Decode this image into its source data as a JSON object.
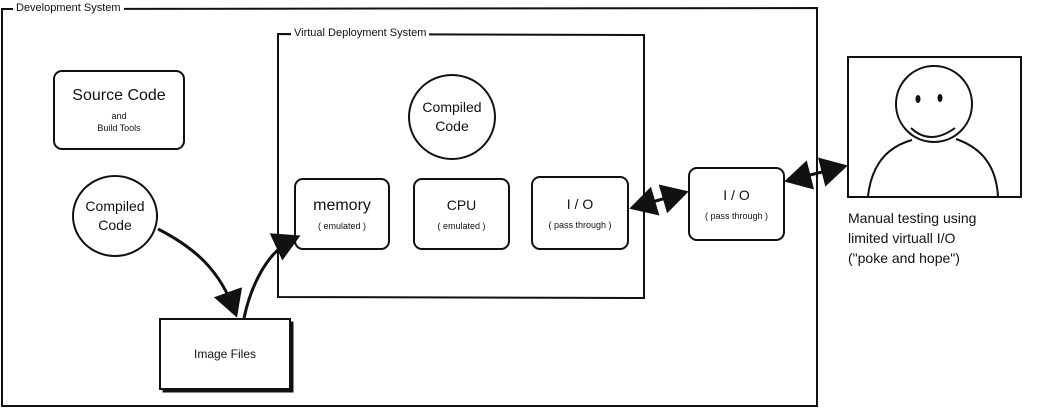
{
  "development_system": {
    "label": "Development System"
  },
  "virtual_deployment_system": {
    "label": "Virtual Deployment System"
  },
  "source_code": {
    "title": "Source Code",
    "sub_line1": "and",
    "sub_line2": "Build Tools"
  },
  "compiled_code_dev": {
    "line1": "Compiled",
    "line2": "Code"
  },
  "compiled_code_virtual": {
    "line1": "Compiled",
    "line2": "Code"
  },
  "image_files": {
    "label": "Image Files"
  },
  "memory": {
    "title": "memory",
    "sub": "( emulated )"
  },
  "cpu": {
    "title": "CPU",
    "sub": "( emulated )"
  },
  "io_inner": {
    "title": "I / O",
    "sub": "( pass through )"
  },
  "io_outer": {
    "title": "I / O",
    "sub": "( pass through )"
  },
  "person": {
    "caption_line1": "Manual testing using",
    "caption_line2": "limited virtuall I/O",
    "caption_line3": "(\"poke and hope\")"
  }
}
